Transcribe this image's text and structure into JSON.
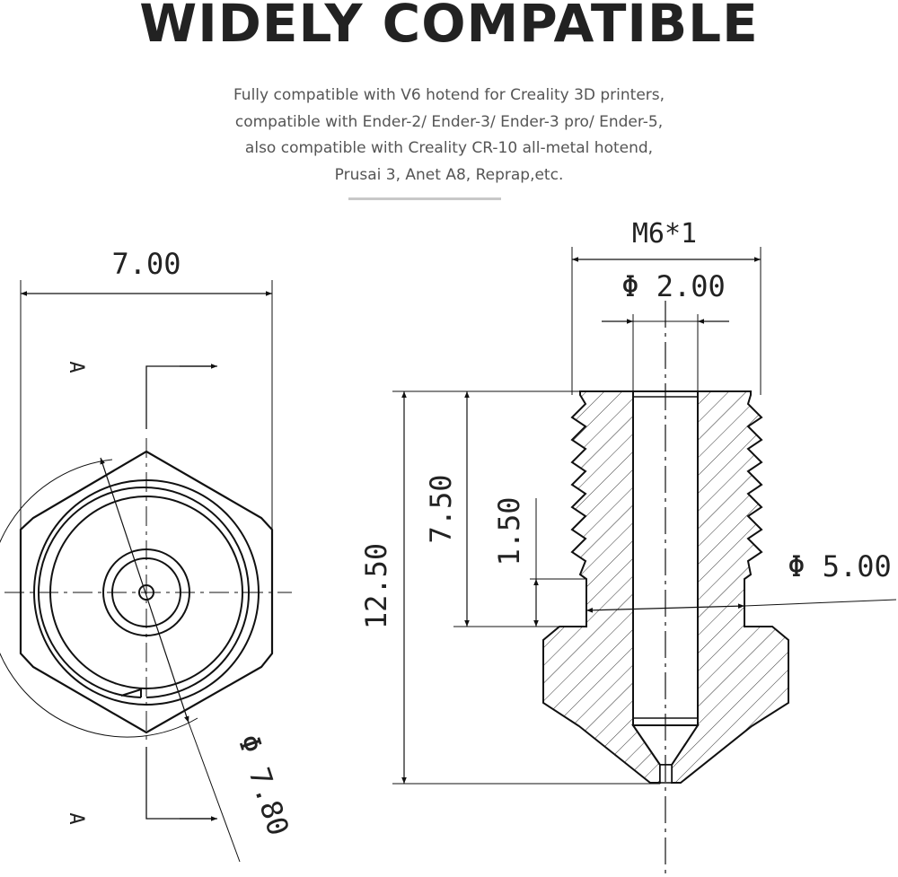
{
  "header": {
    "title": "WIDELY COMPATIBLE",
    "description_lines": [
      "Fully  compatible with V6 hotend for Creality 3D printers,",
      "compatible with Ender-2/ Ender-3/ Ender-3 pro/ Ender-5,",
      "also compatible with Creality CR-10 all-metal hotend,",
      "Prusai 3, Anet A8, Reprap,etc."
    ]
  },
  "front_view": {
    "width_label": "7.00",
    "section_marker_top": "A",
    "section_marker_bottom": "A",
    "diameter_label": "Φ 7.80"
  },
  "section_view": {
    "thread_label": "M6*1",
    "bore_diameter_label": "Φ 2.00",
    "shoulder_diameter_label": "Φ 5.00",
    "total_length_label": "12.50",
    "thread_length_label": "7.50",
    "shoulder_height_label": "1.50"
  }
}
